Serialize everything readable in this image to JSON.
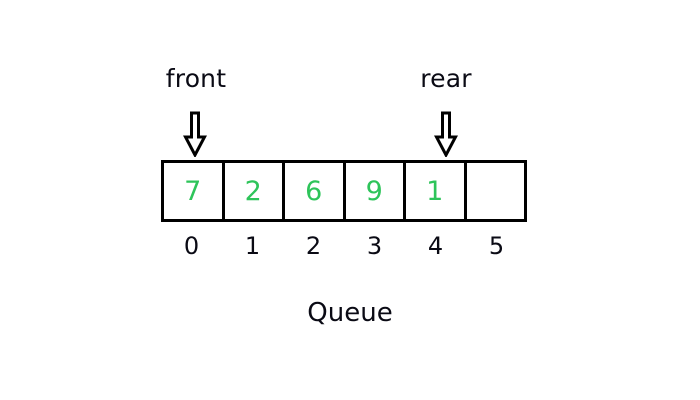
{
  "diagram": {
    "caption": "Queue",
    "colors": {
      "value_green": "#2ec45a",
      "outline_black": "#000000",
      "label_text": "#0a0a14",
      "background": "#ffffff"
    },
    "cells": [
      {
        "index": "0",
        "value": "7"
      },
      {
        "index": "1",
        "value": "2"
      },
      {
        "index": "2",
        "value": "6"
      },
      {
        "index": "3",
        "value": "9"
      },
      {
        "index": "4",
        "value": "1"
      },
      {
        "index": "5",
        "value": ""
      }
    ],
    "pointers": [
      {
        "name": "front",
        "label": "front",
        "target_index": "0",
        "icon": "arrow-down-outline-icon"
      },
      {
        "name": "rear",
        "label": "rear",
        "target_index": "4",
        "icon": "arrow-down-outline-icon"
      }
    ]
  }
}
